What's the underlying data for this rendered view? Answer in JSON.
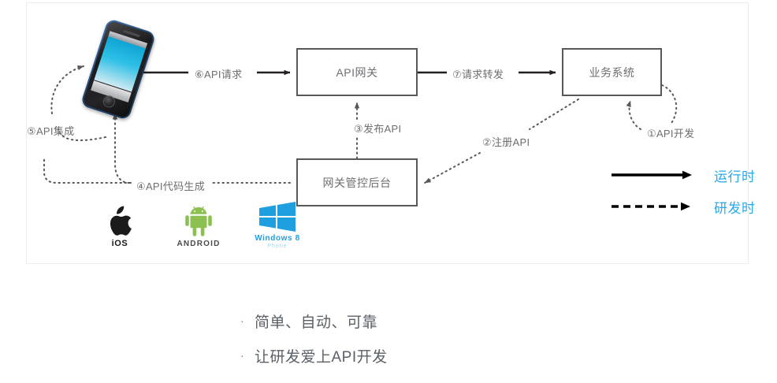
{
  "slide": {
    "diagram": {
      "boxes": [
        {
          "id": "api-gateway",
          "label": "API网关"
        },
        {
          "id": "biz-system",
          "label": "业务系统"
        },
        {
          "id": "gw-console",
          "label": "网关管控后台"
        }
      ],
      "edge_labels": [
        {
          "id": "step-1",
          "text": "①API开发"
        },
        {
          "id": "step-2",
          "text": "②注册API"
        },
        {
          "id": "step-3",
          "text": "③发布API"
        },
        {
          "id": "step-4",
          "text": "④API代码生成"
        },
        {
          "id": "step-5",
          "text": "⑤API集成"
        },
        {
          "id": "step-6",
          "text": "⑥API请求"
        },
        {
          "id": "step-7",
          "text": "⑦请求转发"
        }
      ],
      "device": {
        "name": "smartphone",
        "screen_color": "#2ec0e8"
      },
      "platforms": [
        {
          "id": "ios",
          "caption": "iOS",
          "color": "#161616"
        },
        {
          "id": "android",
          "caption": "ANDROID",
          "color": "#8cc152"
        },
        {
          "id": "windows",
          "caption": "Windows 8",
          "sub": "Phone",
          "color": "#1f9fe0"
        }
      ],
      "legend": {
        "accent_color": "#29a8ec",
        "items": [
          {
            "id": "runtime",
            "style": "solid",
            "label": "运行时"
          },
          {
            "id": "devtime",
            "style": "dashed",
            "label": "研发时"
          }
        ]
      }
    }
  },
  "bullets": [
    {
      "marker": "·",
      "text": "简单、自动、可靠"
    },
    {
      "marker": "·",
      "text": "让研发爱上API开发"
    }
  ]
}
